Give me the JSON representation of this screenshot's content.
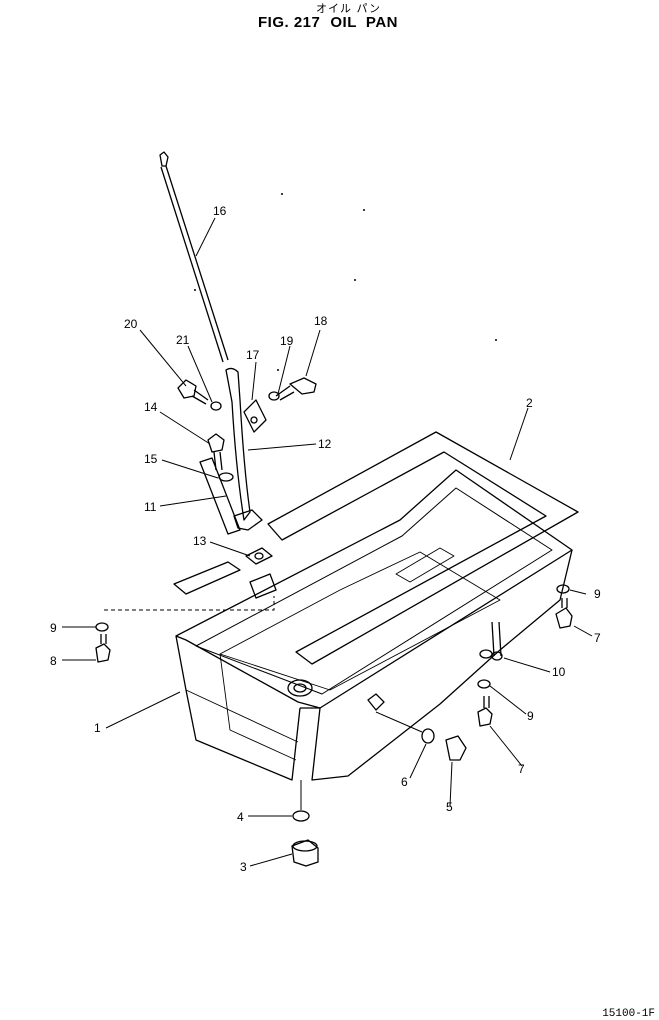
{
  "header": {
    "title_jp": "オイル パン",
    "fig_no": "FIG. 217",
    "fig_title": "OIL  PAN"
  },
  "footer": {
    "code": "15100-1F"
  },
  "callouts": [
    {
      "id": "16",
      "text": "16"
    },
    {
      "id": "20",
      "text": "20"
    },
    {
      "id": "21",
      "text": "21"
    },
    {
      "id": "17",
      "text": "17"
    },
    {
      "id": "19",
      "text": "19"
    },
    {
      "id": "18",
      "text": "18"
    },
    {
      "id": "14",
      "text": "14"
    },
    {
      "id": "12",
      "text": "12"
    },
    {
      "id": "2",
      "text": "2"
    },
    {
      "id": "15",
      "text": "15"
    },
    {
      "id": "11",
      "text": "11"
    },
    {
      "id": "13",
      "text": "13"
    },
    {
      "id": "9a",
      "text": "9"
    },
    {
      "id": "9b",
      "text": "9"
    },
    {
      "id": "9c",
      "text": "9"
    },
    {
      "id": "7a",
      "text": "7"
    },
    {
      "id": "7b",
      "text": "7"
    },
    {
      "id": "8",
      "text": "8"
    },
    {
      "id": "10",
      "text": "10"
    },
    {
      "id": "1",
      "text": "1"
    },
    {
      "id": "6",
      "text": "6"
    },
    {
      "id": "5",
      "text": "5"
    },
    {
      "id": "4",
      "text": "4"
    },
    {
      "id": "3",
      "text": "3"
    }
  ]
}
